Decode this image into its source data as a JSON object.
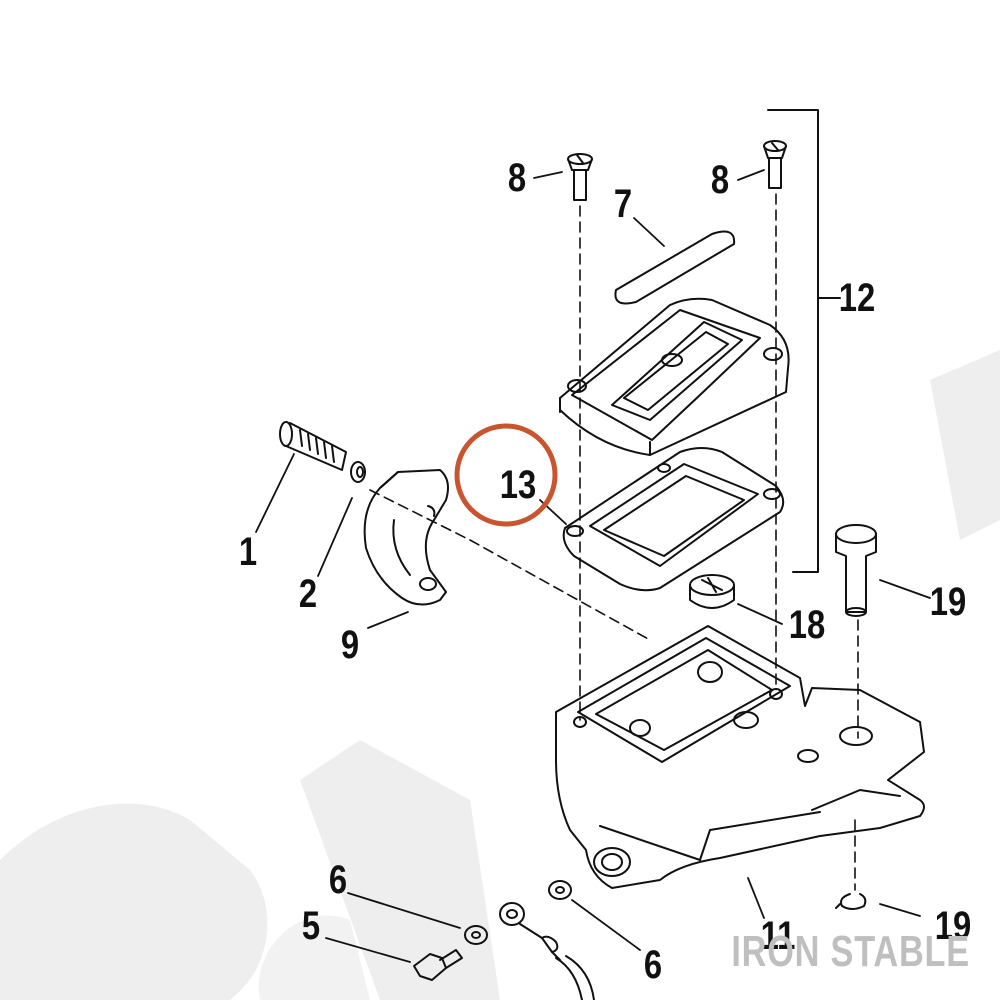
{
  "callouts": {
    "c1": "1",
    "c2": "2",
    "c5": "5",
    "c6a": "6",
    "c6b": "6",
    "c7": "7",
    "c8a": "8",
    "c8b": "8",
    "c9": "9",
    "c11": "11",
    "c12": "12",
    "c13": "13",
    "c18": "18",
    "c19a": "19",
    "c19b": "19"
  },
  "highlight": {
    "label": "13",
    "color": "#c8552f"
  },
  "brand": {
    "text": "IRON STABLE"
  },
  "colors": {
    "ink": "#111111",
    "watermark": "#eeeeee",
    "brand": "#bfbfbf",
    "highlight": "#c8552f"
  }
}
